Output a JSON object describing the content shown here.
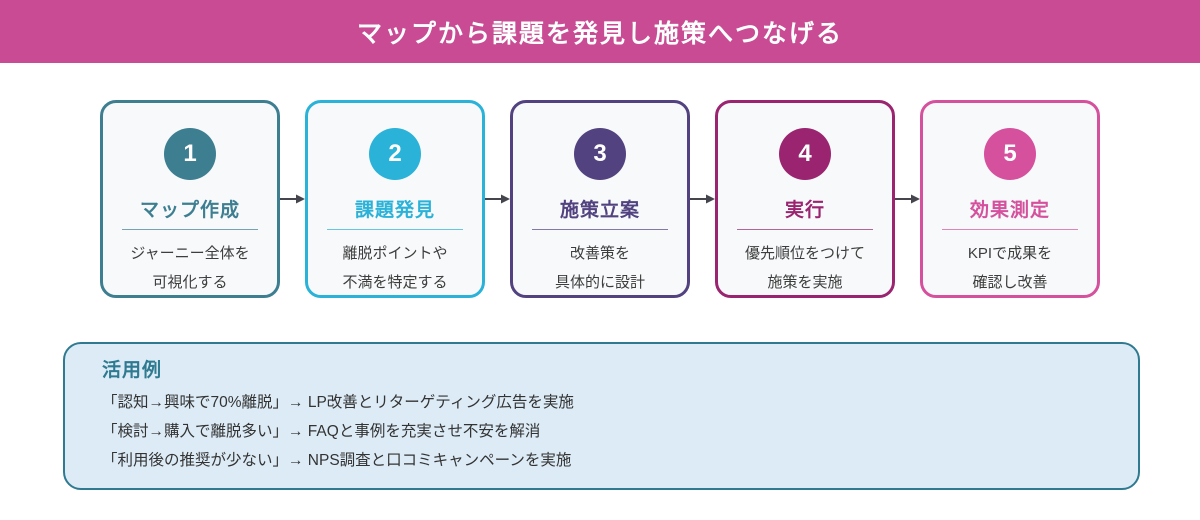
{
  "banner": {
    "title": "マップから課題を発見し施策へつなげる",
    "bg": "#c84b93"
  },
  "steps": [
    {
      "number": "1",
      "title": "マップ作成",
      "desc_line1": "ジャーニー全体を",
      "desc_line2": "可視化する",
      "color": "#3e7e91"
    },
    {
      "number": "2",
      "title": "課題発見",
      "desc_line1": "離脱ポイントや",
      "desc_line2": "不満を特定する",
      "color": "#2ab2d8"
    },
    {
      "number": "3",
      "title": "施策立案",
      "desc_line1": "改善策を",
      "desc_line2": "具体的に設計",
      "color": "#524380"
    },
    {
      "number": "4",
      "title": "実行",
      "desc_line1": "優先順位をつけて",
      "desc_line2": "施策を実施",
      "color": "#9a2470"
    },
    {
      "number": "5",
      "title": "効果測定",
      "desc_line1": "KPIで成果を",
      "desc_line2": "確認し改善",
      "color": "#d5519d"
    }
  ],
  "arrow_color": "#45454d",
  "usage": {
    "heading": "活用例",
    "accent": "#2f7a90",
    "border": "#417e96",
    "bg": "#dcebf6",
    "items": [
      "「認知→興味で70%離脱」→ LP改善とリターゲティング広告を実施",
      "「検討→購入で離脱多い」→ FAQと事例を充実させ不安を解消",
      "「利用後の推奨が少ない」→ NPS調査と口コミキャンペーンを実施"
    ]
  }
}
